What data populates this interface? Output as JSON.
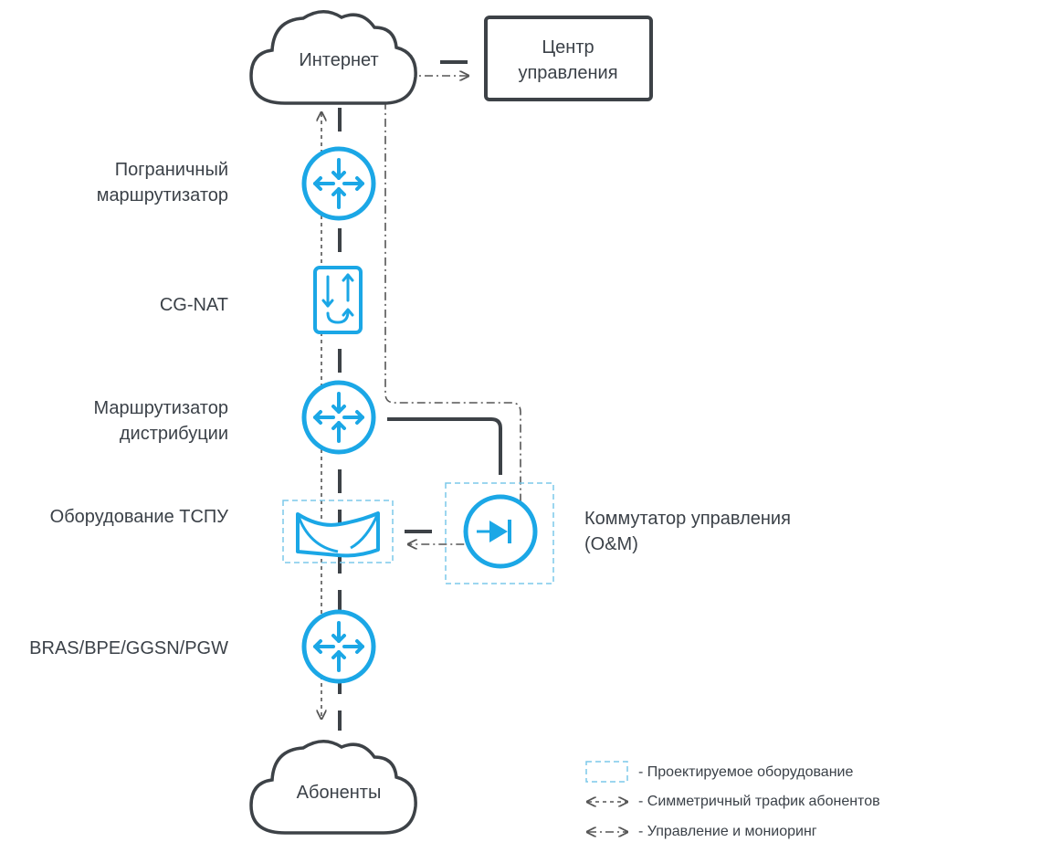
{
  "nodes": {
    "internet": "Интернет",
    "control_center": "Центр управления",
    "border_router": "Пограничный маршрутизатор",
    "cgnat": "CG-NAT",
    "distribution_router": "Маршрутизатор дистрибуции",
    "tspu": "Оборудование ТСПУ",
    "management_switch": "Коммутатор управления (O&M)",
    "bras": "BRAS/BPE/GGSN/PGW",
    "subscribers": "Абоненты"
  },
  "legend": {
    "designed": "- Проектируемое оборудование",
    "symmetric": "- Симметричный трафик абонентов",
    "management": "- Управление и мониоринг"
  },
  "colors": {
    "device_blue": "#1ba7e6",
    "dashed_box": "#7cc8ea",
    "line_dark": "#3d4247",
    "text": "#3b4148"
  },
  "icons": {
    "cloud": "cloud-icon",
    "router": "router-icon",
    "nat": "nat-icon",
    "switch": "switch-icon",
    "dpi": "dpi-icon"
  }
}
